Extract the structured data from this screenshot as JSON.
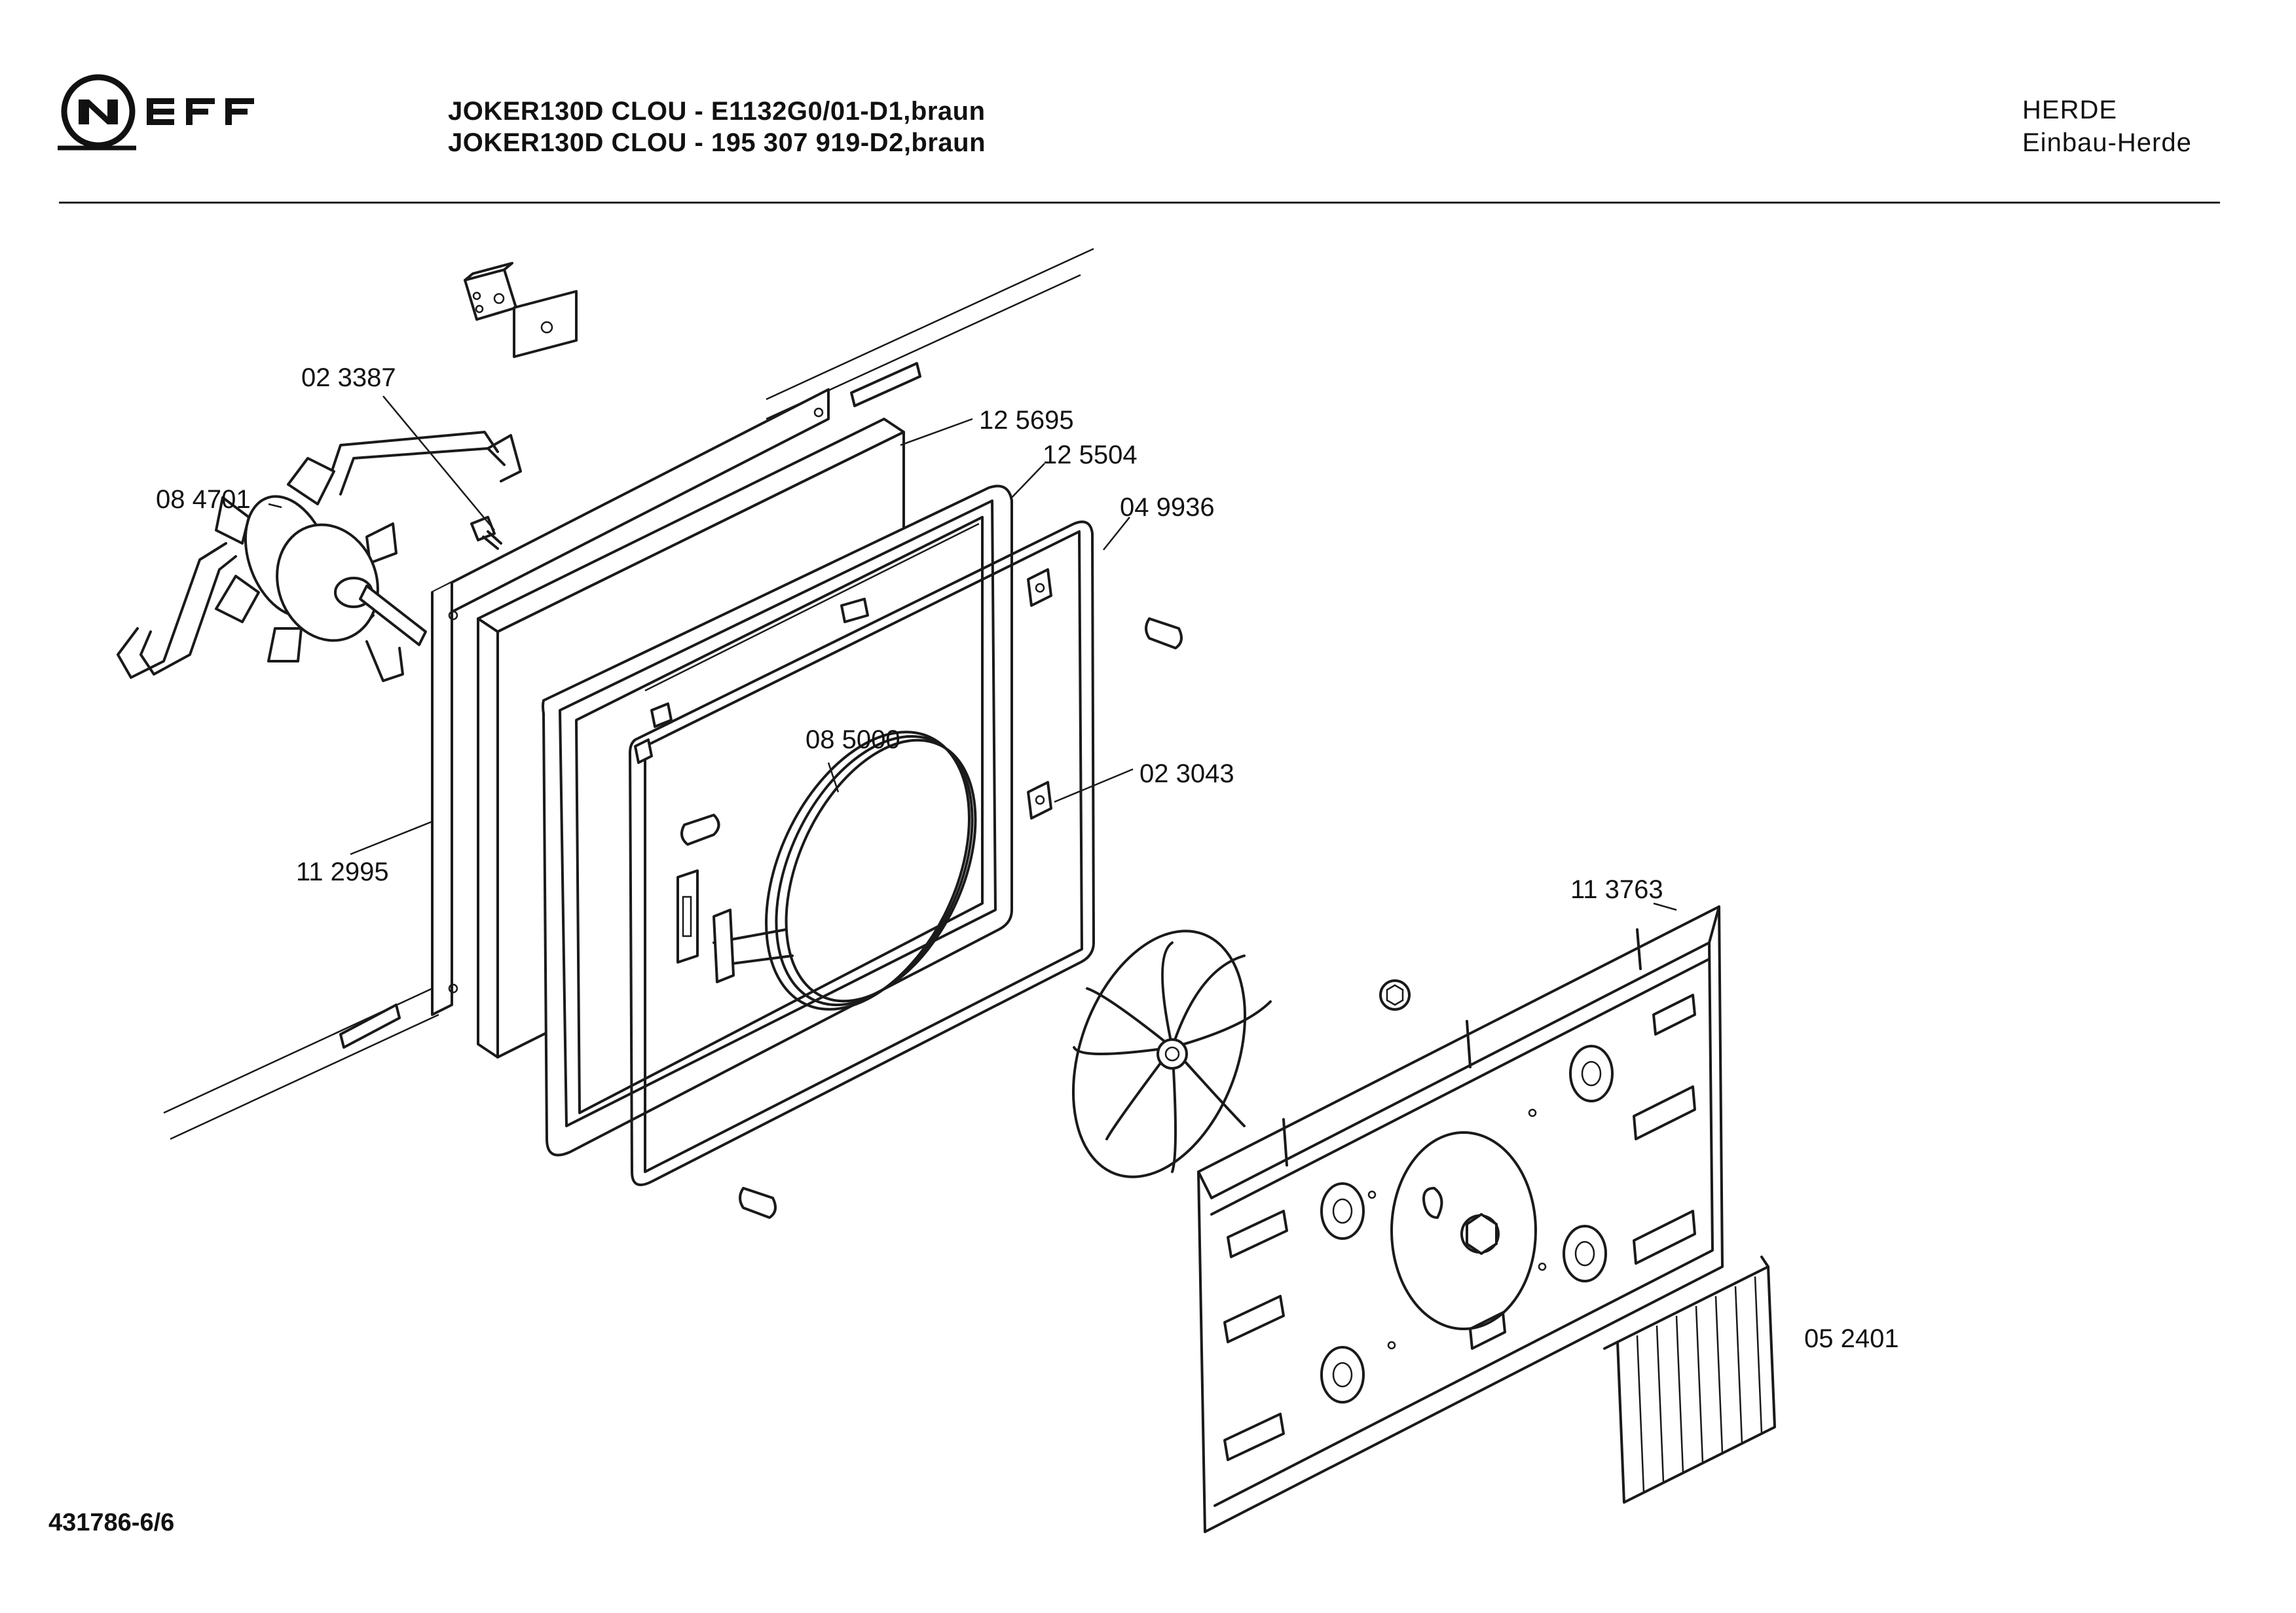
{
  "header": {
    "brand": "NEFF",
    "title_line1": "JOKER130D CLOU - E1132G0/01-D1,braun",
    "title_line2": "JOKER130D CLOU - 195 307 919-D2,braun",
    "category": "HERDE",
    "subcategory": "Einbau-Herde"
  },
  "parts": [
    {
      "id": "p023387",
      "label": "02 3387"
    },
    {
      "id": "p084701",
      "label": "08 4701"
    },
    {
      "id": "p125695",
      "label": "12 5695"
    },
    {
      "id": "p125504",
      "label": "12 5504"
    },
    {
      "id": "p049936",
      "label": "04 9936"
    },
    {
      "id": "p085000",
      "label": "08 5000"
    },
    {
      "id": "p023043",
      "label": "02 3043"
    },
    {
      "id": "p112995",
      "label": "11 2995"
    },
    {
      "id": "p113763",
      "label": "11 3763"
    },
    {
      "id": "p052401",
      "label": "05 2401"
    }
  ],
  "footer": {
    "doc_number": "431786-6/6"
  }
}
